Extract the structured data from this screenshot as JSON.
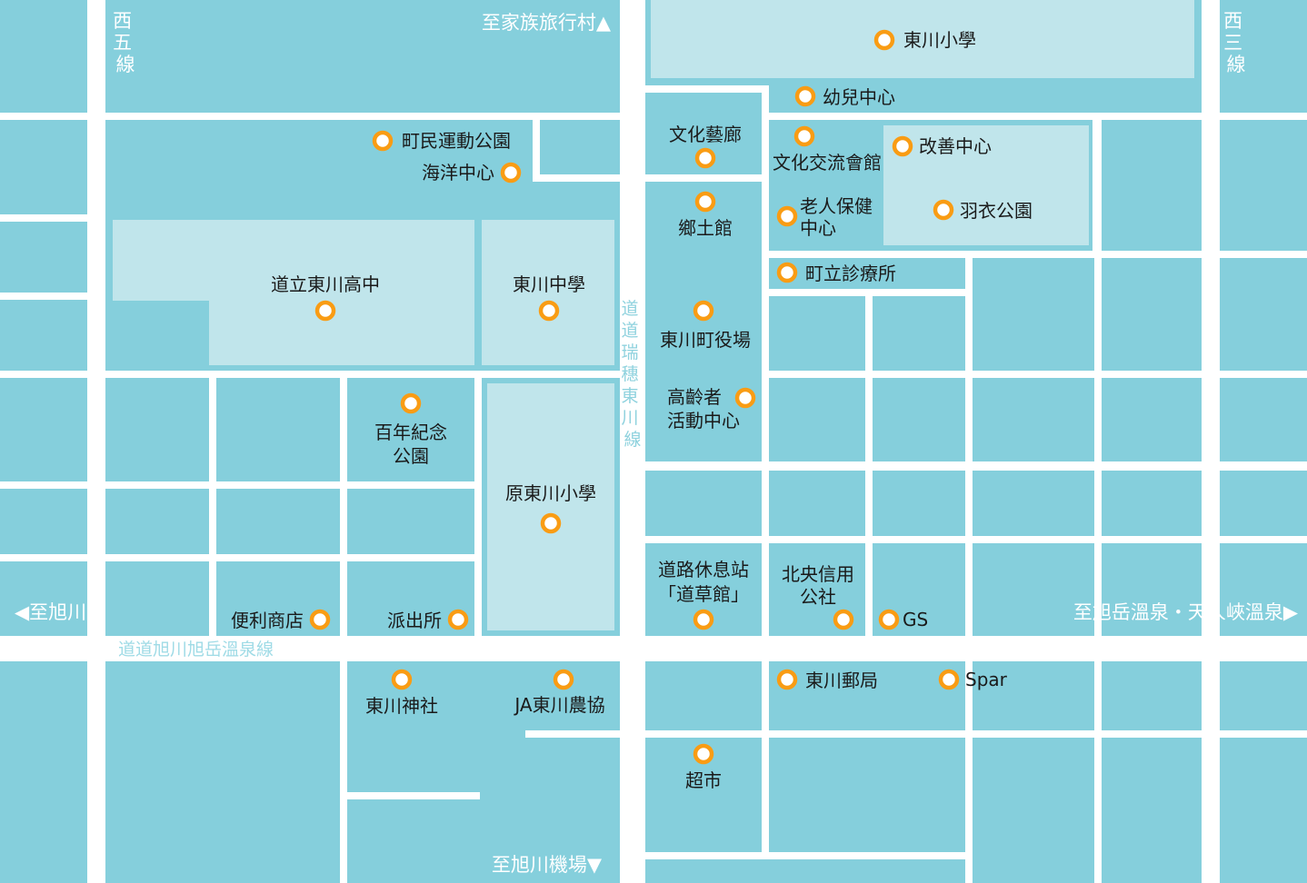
{
  "colors": {
    "block": "#85cfdc",
    "pale_block": "#c0e5eb",
    "road": "#ffffff",
    "poi": "#f99c14",
    "text": "#1a1a1a"
  },
  "directions": {
    "to_family_village": "至家族旅行村▲",
    "to_asahikawa_city": "◀至旭川市",
    "to_onsen": "至旭岳溫泉・天人峽溫泉▶",
    "to_airport": "至旭川機場▼"
  },
  "roads": {
    "nishi5": [
      "西",
      "五",
      "線"
    ],
    "nishi3": [
      "西",
      "三",
      "線"
    ],
    "mizuho_line": [
      "道",
      "道",
      "瑞",
      "穗",
      "東",
      "川",
      "線"
    ],
    "asahidake_line": "道道旭川旭岳溫泉線"
  },
  "places": {
    "higashikawa_elem": "東川小學",
    "kindergarten": "幼兒中心",
    "town_park": "町民運動公園",
    "ocean_center": "海洋中心",
    "culture_gallery": "文化藝廊",
    "culture_hall": "文化交流會館",
    "kaizen_center": "改善中心",
    "hagoromo_park": "羽衣公園",
    "elder_health_1": "老人保健",
    "elder_health_2": "中心",
    "folk_museum": "鄉土館",
    "clinic": "町立診療所",
    "high_school": "道立東川高中",
    "middle_school": "東川中學",
    "town_office": "東川町役場",
    "senior_center_1": "高齡者",
    "senior_center_2": "活動中心",
    "centennial_park_1": "百年紀念",
    "centennial_park_2": "公園",
    "former_elem": "原東川小學",
    "roadside_station_1": "道路休息站",
    "roadside_station_2": "「道草館」",
    "hokuo_credit_1": "北央信用",
    "hokuo_credit_2": "公社",
    "gs": "GS",
    "convenience_store": "便利商店",
    "police_box": "派出所",
    "shrine": "東川神社",
    "ja": "JA東川農協",
    "post_office": "東川郵局",
    "spar": "Spar",
    "supermarket": "超市"
  }
}
